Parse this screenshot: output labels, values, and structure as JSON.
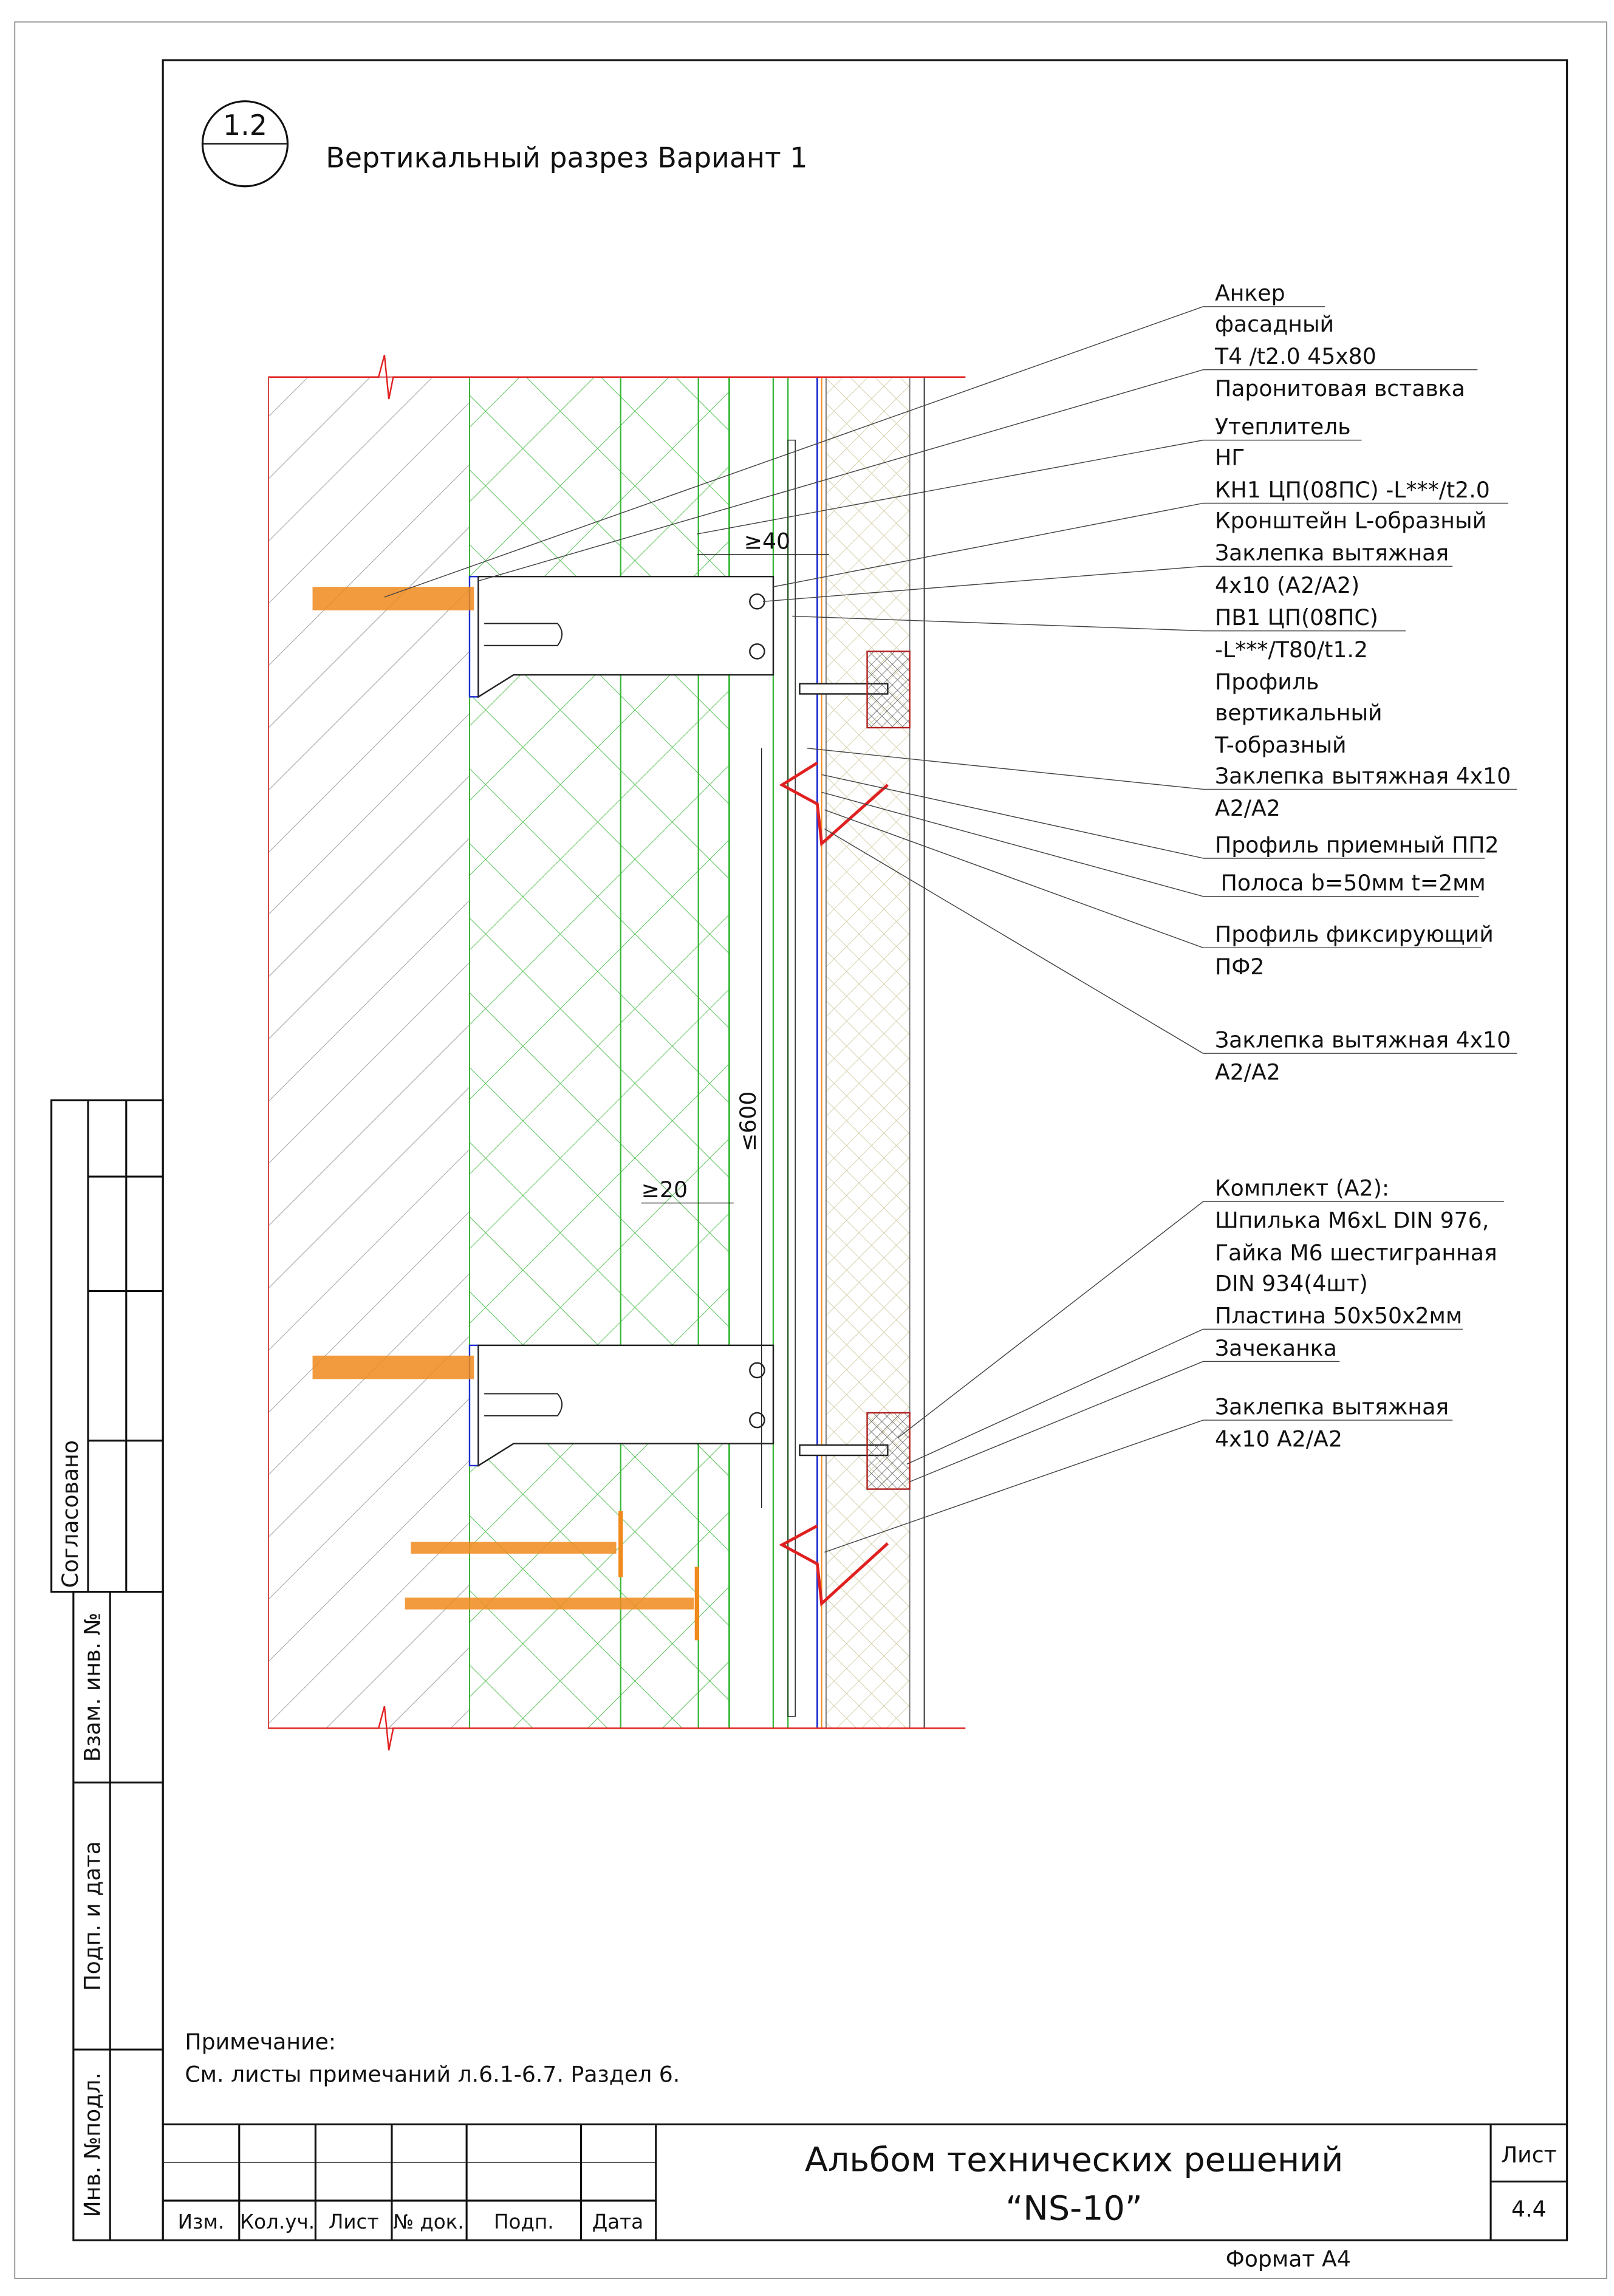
{
  "header": {
    "detail_number": "1.2",
    "title": "Вертикальный разрез Вариант 1"
  },
  "dimensions": {
    "top_gap": "≥40",
    "bottom_gap": "≥20",
    "spacing": "≤600"
  },
  "callouts": [
    {
      "lines": [
        "Анкер",
        "фасадный",
        "T4 /t2.0 45x80"
      ]
    },
    {
      "lines": [
        "Паронитовая вставка"
      ]
    },
    {
      "lines": [
        "Утеплитель",
        "НГ"
      ]
    },
    {
      "lines": [
        "КН1 ЦП(08ПС) -L***/t2.0",
        "Кронштейн L-образный"
      ]
    },
    {
      "lines": [
        "Заклепка вытяжная",
        "4x10 (A2/A2)"
      ]
    },
    {
      "lines": [
        "ПВ1 ЦП(08ПС)",
        "-L***/T80/t1.2",
        "Профиль",
        "вертикальный",
        "T-образный"
      ]
    },
    {
      "lines": [
        "Заклепка вытяжная 4x10",
        "A2/A2"
      ]
    },
    {
      "lines": [
        "Профиль приемный ПП2"
      ]
    },
    {
      "lines": [
        "Полоса b=50мм t=2мм"
      ]
    },
    {
      "lines": [
        "Профиль фиксирующий",
        "ПФ2"
      ]
    },
    {
      "lines": [
        "Заклепка вытяжная 4x10",
        "A2/A2"
      ]
    },
    {
      "lines": [
        "Комплект (A2):",
        "Шпилька M6xL DIN 976,",
        "Гайка M6 шестигранная",
        "DIN 934(4шт)",
        "Пластина 50x50x2мм"
      ]
    },
    {
      "lines": [
        "Зачеканка"
      ]
    },
    {
      "lines": [
        "Заклепка вытяжная",
        "4x10 A2/A2"
      ]
    }
  ],
  "note": {
    "title": "Примечание:",
    "text": "См. листы примечаний л.6.1-6.7. Раздел 6."
  },
  "stamps": {
    "agreed": "Согласовано",
    "replaced_inv": "Взам. инв. №",
    "sign_date": "Подп. и дата",
    "inv_original": "Инв. №подл."
  },
  "title_block": {
    "columns": [
      "Изм.",
      "Кол.уч.",
      "Лист",
      "№ док.",
      "Подп.",
      "Дата"
    ],
    "album_title_line1": "Альбом технических решений",
    "album_title_line2": "“NS-10”",
    "sheet_label": "Лист",
    "sheet_number": "4.4",
    "format": "Формат А4"
  },
  "colors": {
    "wall_hatch": "#888888",
    "insulation": "#2fb52f",
    "cut_line": "#e02020",
    "anchor": "#f08a1c",
    "membrane": "#2030d0",
    "cladding": "#c8c090"
  }
}
